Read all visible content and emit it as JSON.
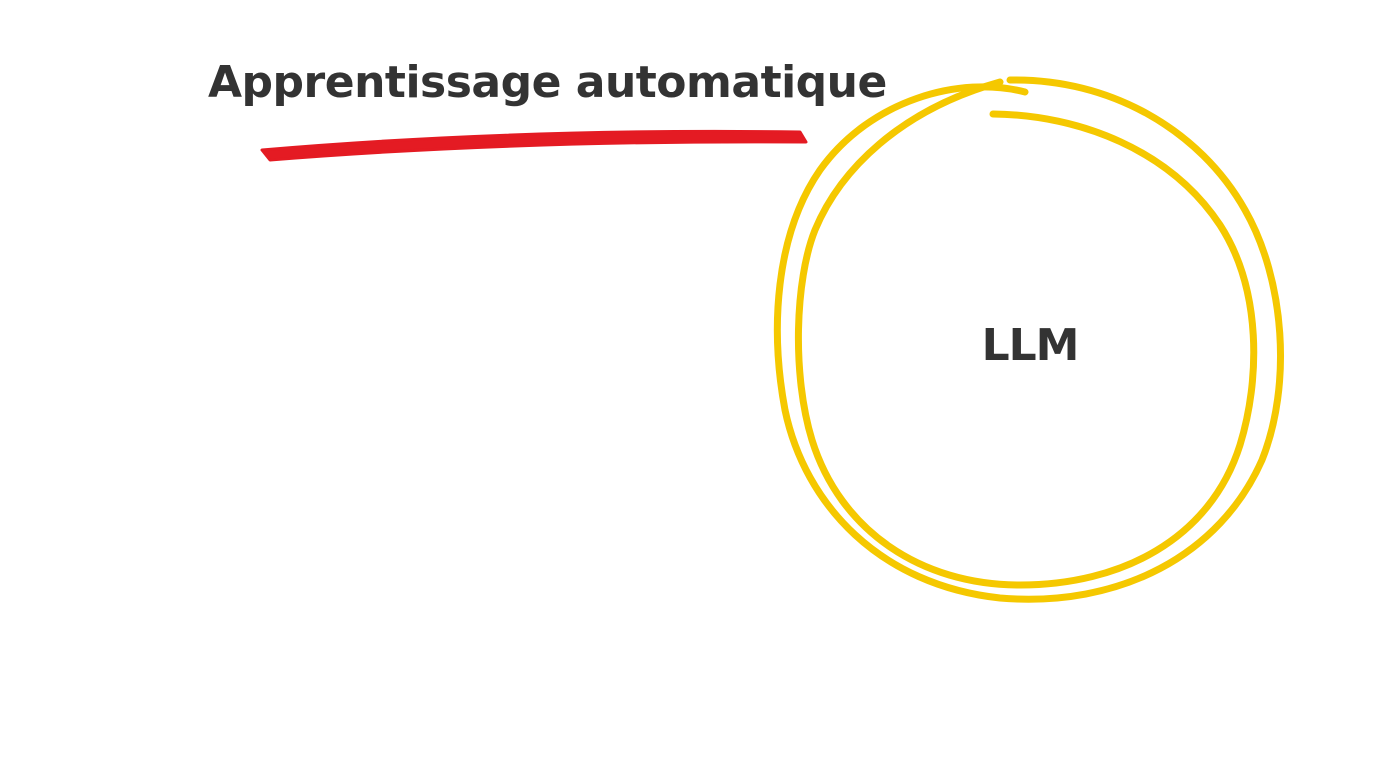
{
  "diagram": {
    "title": "Apprentissage automatique",
    "center_label": "LLM",
    "colors": {
      "background": "#ffffff",
      "text": "#333333",
      "underline": "#e41b23",
      "circle": "#f5c800"
    },
    "shapes": [
      {
        "type": "underline-stroke",
        "color": "#e41b23",
        "under": "title"
      },
      {
        "type": "hand-drawn-circle",
        "color": "#f5c800",
        "encloses": "center_label"
      }
    ]
  }
}
